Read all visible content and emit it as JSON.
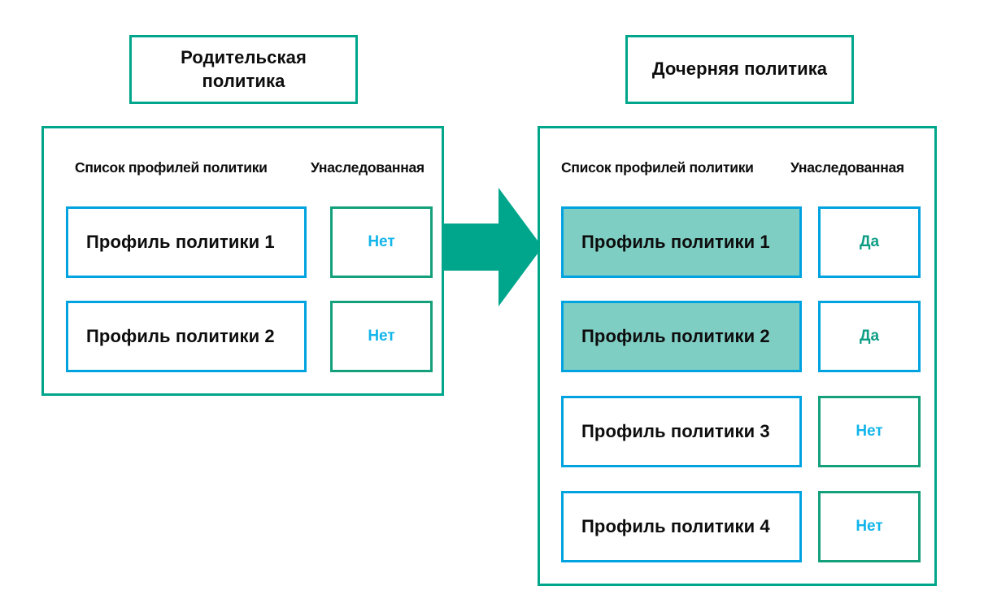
{
  "diagram": {
    "title_parent": "Родительская\nполитика",
    "title_parent_line1": "Родительская",
    "title_parent_line2": "политика",
    "title_child": "Дочерняя политика",
    "arrow_icon": "right-block-arrow-icon"
  },
  "colors": {
    "teal_border": "#00A68C",
    "blue_border": "#00A3E0",
    "green_border": "#14A07B",
    "cyan_text": "#13B5EA",
    "green_text": "#0E9E86",
    "highlight_fill": "#7FCEC4",
    "text": "#0d0d0d",
    "background": "#ffffff"
  },
  "parent_panel": {
    "headers": {
      "profiles": "Список профилей политики",
      "inherited": "Унаследованная"
    },
    "rows": [
      {
        "profile": "Профиль политики 1",
        "inherited": "Нет",
        "inherited_state": "no",
        "highlighted": false
      },
      {
        "profile": "Профиль политики 2",
        "inherited": "Нет",
        "inherited_state": "no",
        "highlighted": false
      }
    ]
  },
  "child_panel": {
    "headers": {
      "profiles": "Список профилей политики",
      "inherited": "Унаследованная"
    },
    "rows": [
      {
        "profile": "Профиль политики 1",
        "inherited": "Да",
        "inherited_state": "yes",
        "highlighted": true
      },
      {
        "profile": "Профиль политики 2",
        "inherited": "Да",
        "inherited_state": "yes",
        "highlighted": true
      },
      {
        "profile": "Профиль политики 3",
        "inherited": "Нет",
        "inherited_state": "no",
        "highlighted": false
      },
      {
        "profile": "Профиль политики 4",
        "inherited": "Нет",
        "inherited_state": "no",
        "highlighted": false
      }
    ]
  }
}
